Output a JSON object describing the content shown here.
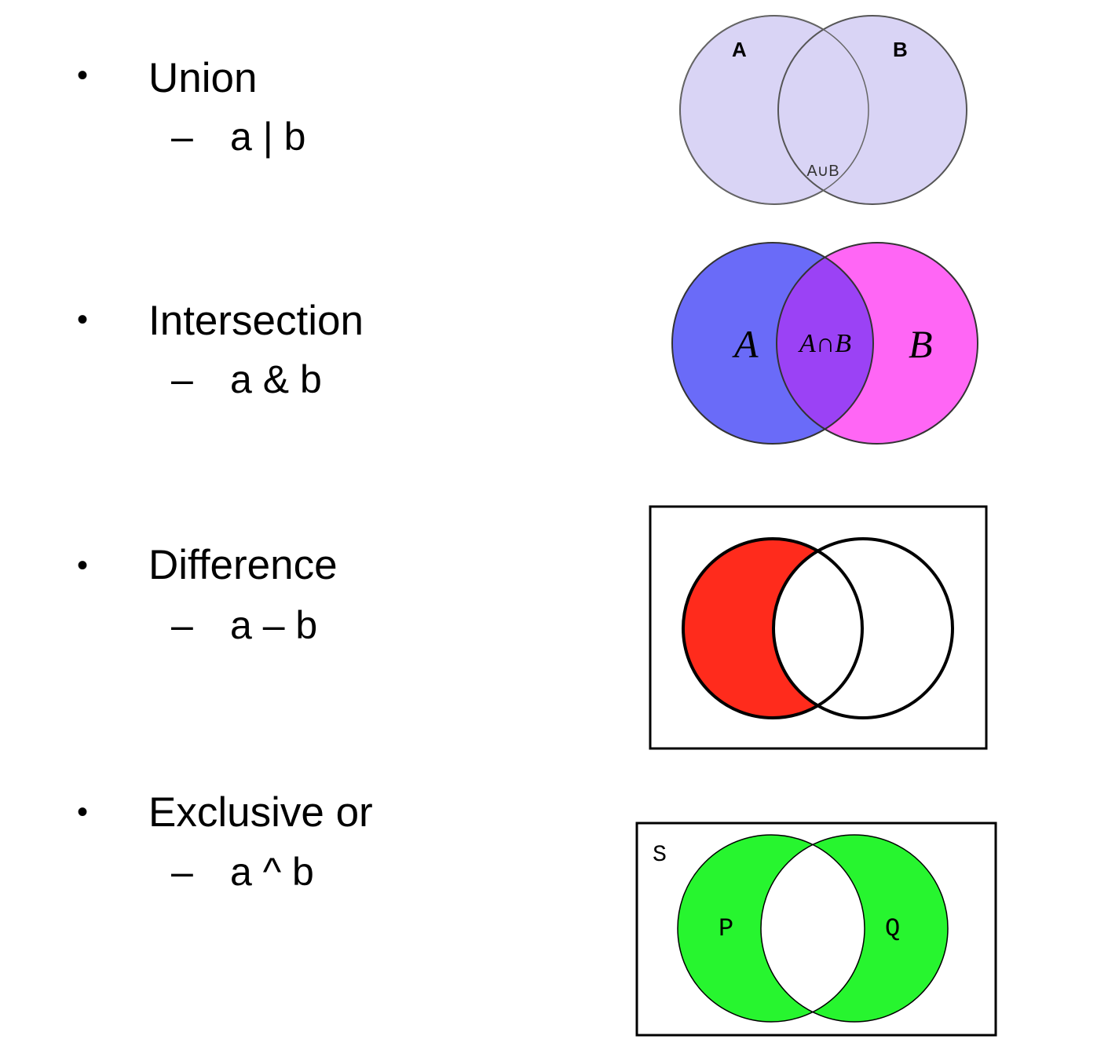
{
  "items": [
    {
      "bullet": "•",
      "heading": "Union",
      "dash": "–",
      "operator": "a | b",
      "diagram": {
        "labels": [
          "A",
          "B"
        ],
        "region_label": "A∪B",
        "colors": {
          "fill": "#d9d4f5",
          "stroke": "#555555"
        }
      }
    },
    {
      "bullet": "•",
      "heading": "Intersection",
      "dash": "–",
      "operator": "a & b",
      "diagram": {
        "labels": [
          "A",
          "B"
        ],
        "region_label": "A∩B",
        "colors": {
          "left": "#6a6bf8",
          "right": "#ff66f5",
          "overlap": "#9b42f5",
          "stroke": "#333333"
        }
      }
    },
    {
      "bullet": "•",
      "heading": "Difference",
      "dash": "–",
      "operator": "a – b",
      "diagram": {
        "labels": [],
        "colors": {
          "fill": "#ff2b1c",
          "stroke": "#000000"
        }
      }
    },
    {
      "bullet": "•",
      "heading": "Exclusive or",
      "dash": "–",
      "operator": "a ^ b",
      "diagram": {
        "universe_label": "S",
        "labels": [
          "P",
          "Q"
        ],
        "colors": {
          "fill": "#27f52f",
          "stroke": "#000000"
        }
      }
    }
  ]
}
